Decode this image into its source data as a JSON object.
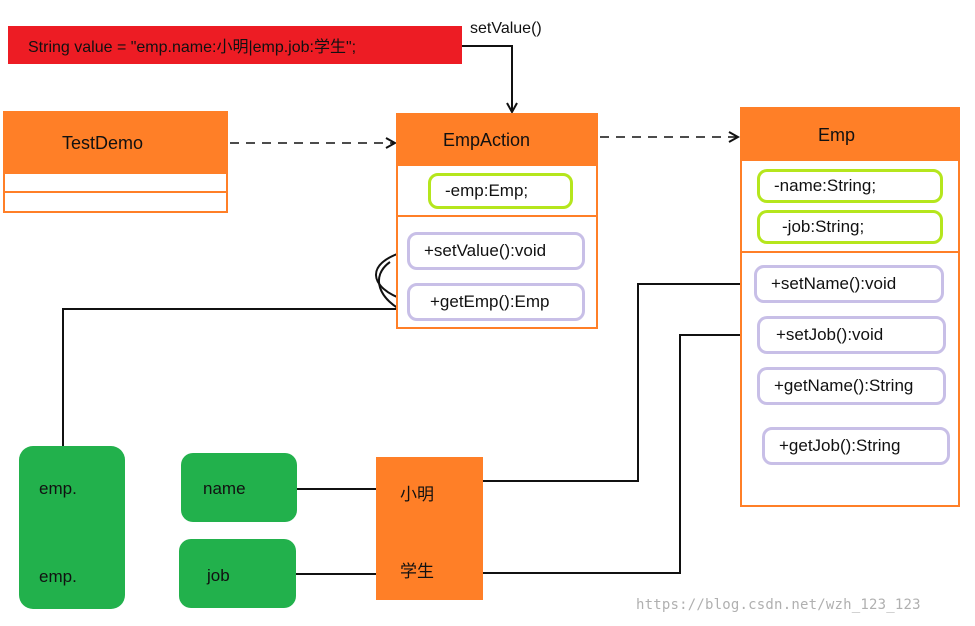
{
  "banner": {
    "text": "String value = \"emp.name:小明|emp.job:学生\";"
  },
  "method_call_label": "setValue()",
  "test_demo": {
    "title": "TestDemo"
  },
  "emp_action": {
    "title": "EmpAction",
    "attributes": [
      "-emp:Emp;"
    ],
    "methods": [
      "+setValue():void",
      "+getEmp():Emp"
    ]
  },
  "emp": {
    "title": "Emp",
    "attributes": [
      "-name:String;",
      "-job:String;"
    ],
    "methods": [
      "+setName():void",
      "+setJob():void",
      "+getName():String",
      "+getJob():String"
    ]
  },
  "prefix_token": {
    "top": "emp.",
    "bottom": "emp."
  },
  "name_token": "name",
  "job_token": "job",
  "values": {
    "name": "小明",
    "job": "学生"
  },
  "watermark": "https://blog.csdn.net/wzh_123_123",
  "colors": {
    "banner": "#ed1c24",
    "class_orange": "#ff7f27",
    "attribute_border": "#b5e61d",
    "method_border": "#c8bfe7",
    "token_green": "#22b14c"
  }
}
